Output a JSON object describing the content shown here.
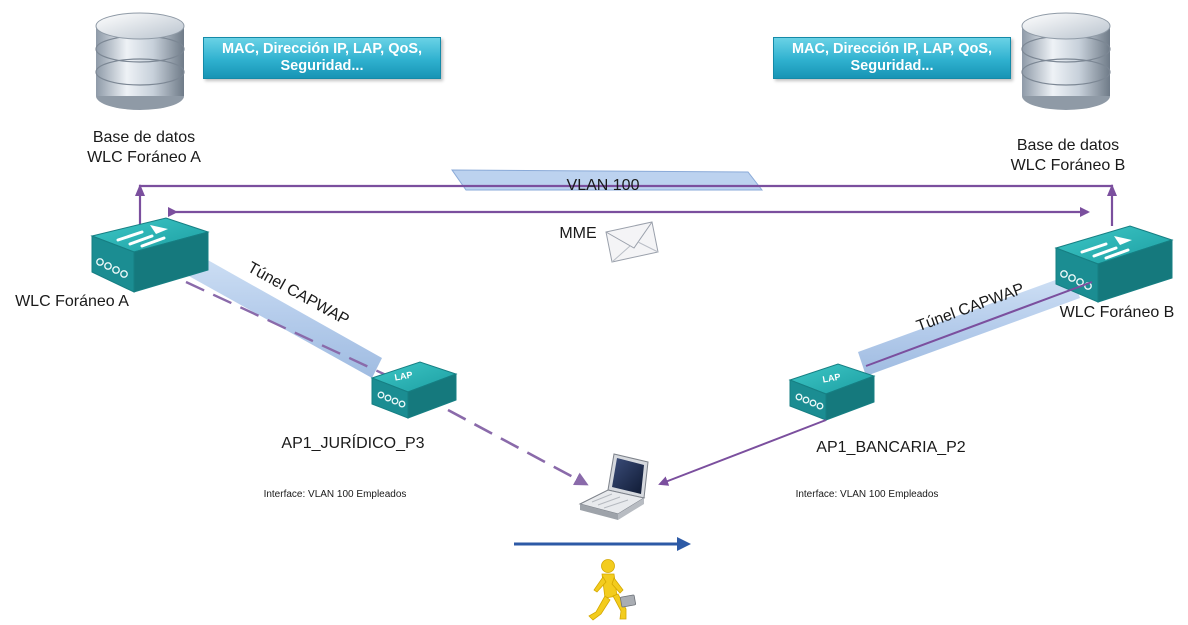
{
  "info_boxes": {
    "left": "MAC, Dirección IP, LAP, QoS, Seguridad...",
    "right": "MAC, Dirección IP, LAP, QoS, Seguridad..."
  },
  "databases": {
    "a": {
      "line1": "Base de datos",
      "line2": "WLC Foráneo A"
    },
    "b": {
      "line1": "Base de datos",
      "line2": "WLC Foráneo B"
    }
  },
  "vlan": {
    "label": "VLAN 100"
  },
  "mme": {
    "label": "MME"
  },
  "controllers": {
    "a": {
      "label": "WLC Foráneo A"
    },
    "b": {
      "label": "WLC Foráneo B"
    }
  },
  "tunnels": {
    "a": {
      "label": "Túnel CAPWAP"
    },
    "b": {
      "label": "Túnel CAPWAP"
    }
  },
  "access_points": {
    "a": {
      "name": "AP1_JURÍDICO_P3",
      "badge": "LAP",
      "interface": "Interface: VLAN 100 Empleados"
    },
    "b": {
      "name": "AP1_BANCARIA_P2",
      "badge": "LAP",
      "interface": "Interface: VLAN 100 Empleados"
    }
  },
  "colors": {
    "purple": "#7b4f9e",
    "dashed_purple": "#8a6aaa",
    "tunnel_blue": "#a9c4e8",
    "teal": "#1fa3a6",
    "movement_arrow": "#2d5aa6",
    "walker": "#f3cc1e"
  }
}
